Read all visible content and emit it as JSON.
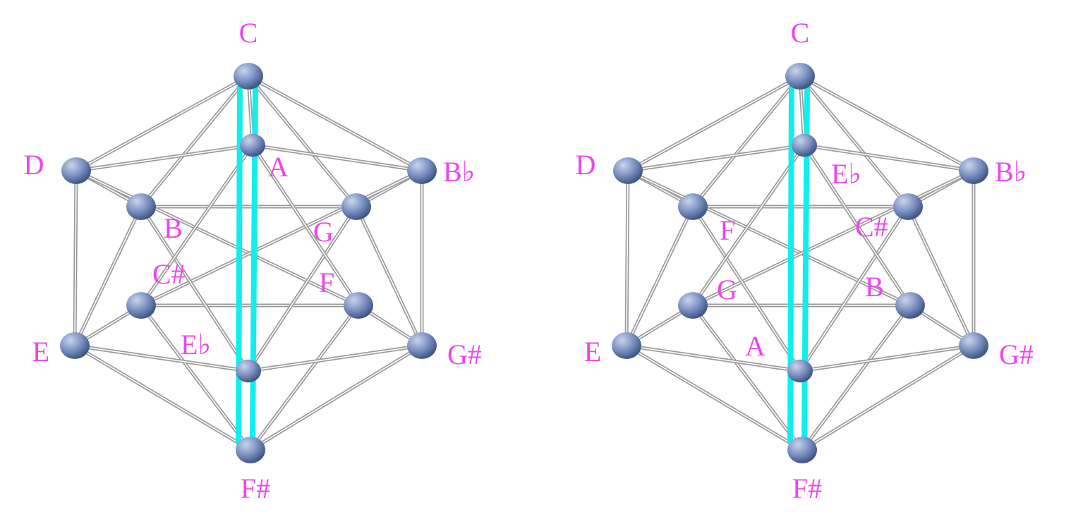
{
  "colors": {
    "background": "#ffffff",
    "edge": "#9a9a9a",
    "axis": "#11eeee",
    "label": "#ee44ee",
    "vertex_light": "#c9d4ec",
    "vertex_dark": "#3f5787"
  },
  "icon_names": [
    "vertex-sphere-icon"
  ],
  "diagrams": [
    {
      "name": "left",
      "labels": {
        "top": "C",
        "upper_left": "D",
        "upper_right": "B♭",
        "lower_left": "E",
        "lower_right": "G#",
        "bottom": "F#",
        "back_top": "A",
        "inner_upper_left": "B",
        "inner_upper_right": "G",
        "inner_lower_left": "C#",
        "inner_lower_right": "F",
        "back_bottom": "E♭"
      }
    },
    {
      "name": "right",
      "labels": {
        "top": "C",
        "upper_left": "D",
        "upper_right": "B♭",
        "lower_left": "E",
        "lower_right": "G#",
        "bottom": "F#",
        "back_top": "E♭",
        "inner_upper_left": "F",
        "inner_upper_right": "C#",
        "inner_lower_left": "G",
        "inner_lower_right": "B",
        "back_bottom": "A"
      }
    }
  ]
}
